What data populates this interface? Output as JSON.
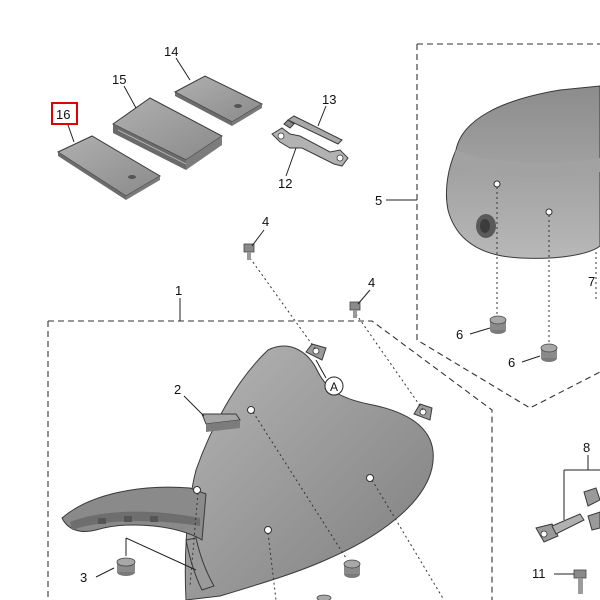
{
  "diagram": {
    "highlighted_part": "16",
    "highlight_color": "#e00000",
    "part_fill": "#9e9e9e",
    "part_dark": "#6f6f6f",
    "callouts": {
      "p1": "1",
      "p2": "2",
      "p3": "3",
      "p4a": "4",
      "p4b": "4",
      "p5": "5",
      "p6a": "6",
      "p6b": "6",
      "p7": "7",
      "p8": "8",
      "p11": "11",
      "p12": "12",
      "p13": "13",
      "p14": "14",
      "p15": "15",
      "p16": "16",
      "ref_a": "A"
    }
  }
}
